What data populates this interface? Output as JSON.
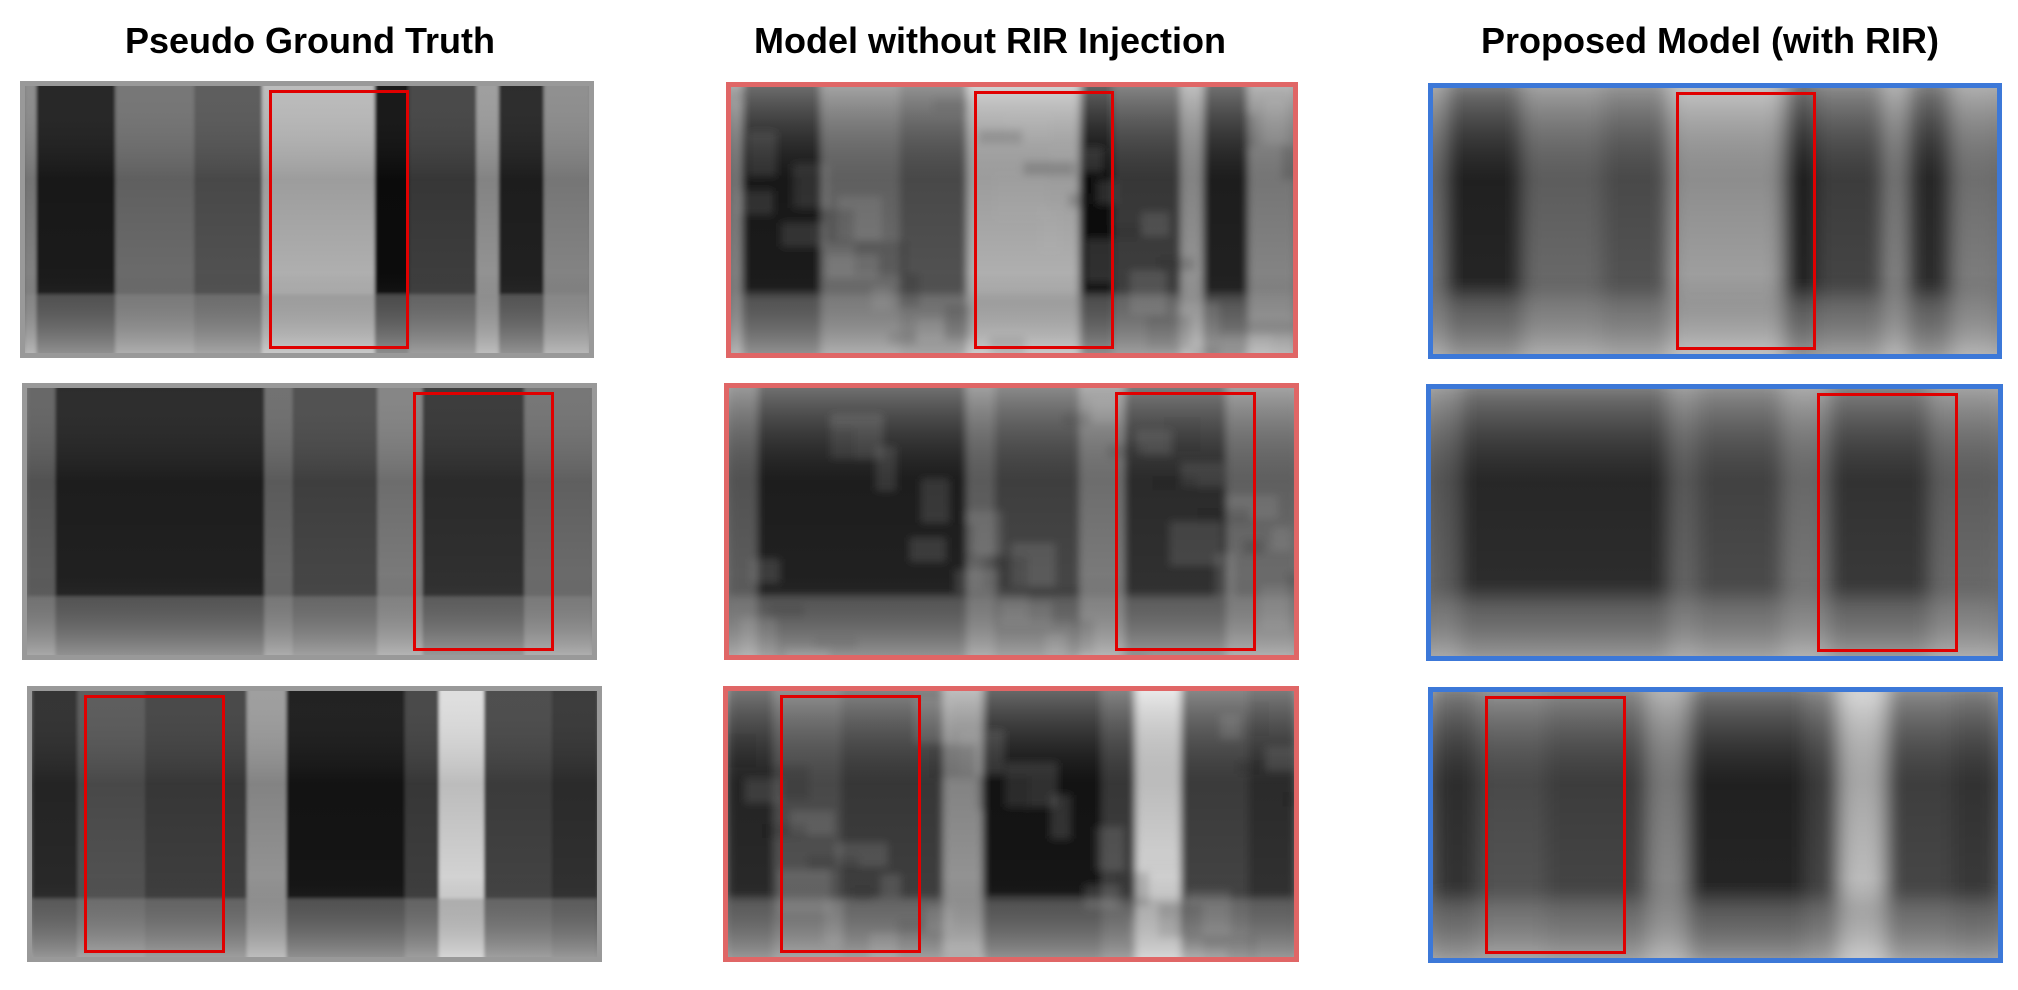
{
  "figure": {
    "columns": [
      {
        "title": "Pseudo Ground Truth",
        "border_color": "#999999",
        "style": "gt"
      },
      {
        "title": "Model without RIR Injection",
        "border_color": "#e06666",
        "style": "noisy"
      },
      {
        "title": "Proposed Model (with RIR)",
        "border_color": "#3c78d8",
        "style": "smooth"
      }
    ],
    "rows": [
      {
        "scene": "scene-1"
      },
      {
        "scene": "scene-2"
      },
      {
        "scene": "scene-3"
      }
    ],
    "highlight_color": "#e00000"
  }
}
